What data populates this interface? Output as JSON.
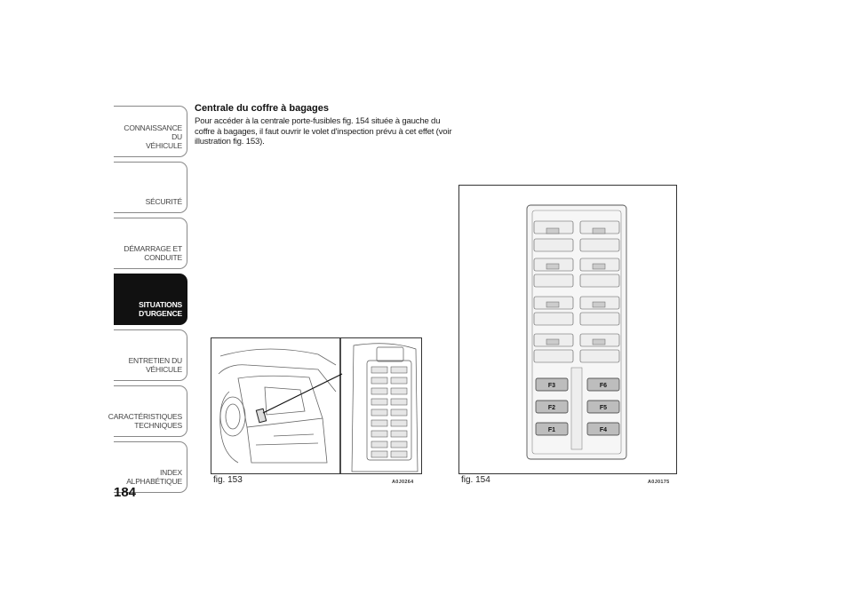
{
  "sidebar": {
    "tabs": [
      {
        "label": "CONNAISSANCE DU\nVÉHICULE",
        "active": false
      },
      {
        "label": "SÉCURITÉ",
        "active": false
      },
      {
        "label": "DÉMARRAGE ET\nCONDUITE",
        "active": false
      },
      {
        "label": "SITUATIONS\nD'URGENCE",
        "active": true
      },
      {
        "label": "ENTRETIEN DU\nVÉHICULE",
        "active": false
      },
      {
        "label": "CARACTÉRISTIQUES\nTECHNIQUES",
        "active": false
      },
      {
        "label": "INDEX\nALPHABÉTIQUE",
        "active": false
      }
    ]
  },
  "page_number": "184",
  "section": {
    "heading": "Centrale du coffre à bagages",
    "text": "Pour accéder à la centrale porte-fusibles fig. 154 située à gauche du coffre à bagages, il faut ouvrir le volet d'inspection prévu à cet effet (voir illustration fig. 153)."
  },
  "figures": [
    {
      "caption": "fig. 153",
      "code": "A0J0264"
    },
    {
      "caption": "fig. 154",
      "code": "A0J0175"
    }
  ],
  "fuses": {
    "left": [
      "F3",
      "F2",
      "F1"
    ],
    "right": [
      "F6",
      "F5",
      "F4"
    ]
  }
}
